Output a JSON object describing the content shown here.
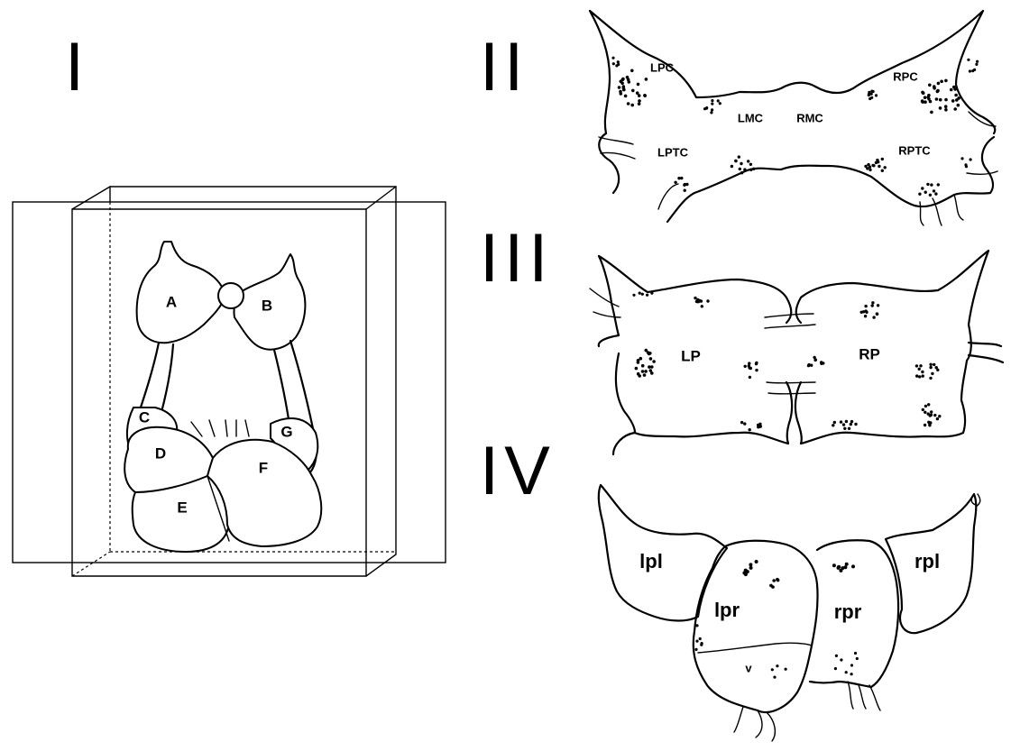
{
  "panels": [
    {
      "id": "I",
      "numeral": "I"
    },
    {
      "id": "II",
      "numeral": "II"
    },
    {
      "id": "III",
      "numeral": "III"
    },
    {
      "id": "IV",
      "numeral": "IV"
    }
  ],
  "panel_I_labels": [
    "A",
    "B",
    "C",
    "D",
    "E",
    "F",
    "G"
  ],
  "panel_II_labels": {
    "lpc": "LPC",
    "rpc": "RPC",
    "lmc": "LMC",
    "rmc": "RMC",
    "lptc": "LPTC",
    "rptc": "RPTC"
  },
  "panel_III_labels": {
    "lp": "LP",
    "rp": "RP"
  },
  "panel_IV_labels": {
    "lpl": "lpl",
    "rpl": "rpl",
    "lpr": "lpr",
    "rpr": "rpr",
    "v": "v"
  }
}
